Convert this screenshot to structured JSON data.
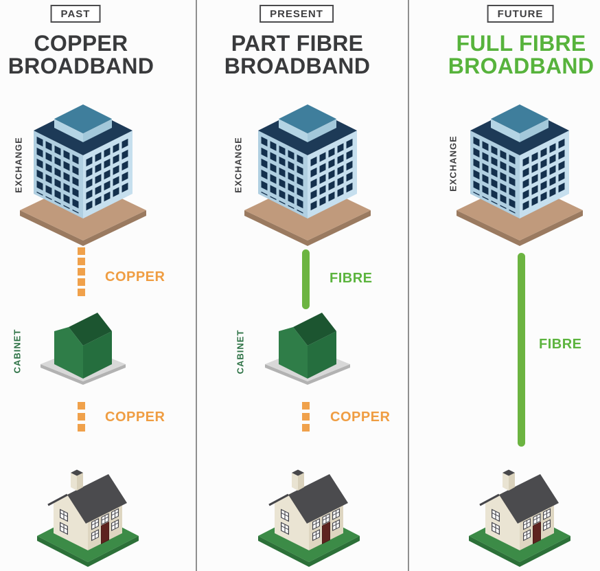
{
  "infographic": {
    "theme": "Evolution of broadband connections from exchange to home",
    "colors": {
      "background": "#fcfcfc",
      "copper": "#ef9d42",
      "fibre_text": "#5cb43e",
      "fibre_line": "#6cb441",
      "heading_dark": "#393a3c",
      "heading_green": "#57b33c",
      "cabinet_label_green": "#2d7245",
      "exchange_label_dark": "#3f3f41",
      "divider_gray": "#8f8f8f"
    }
  },
  "columns": [
    {
      "tag": "PAST",
      "title_line1": "COPPER",
      "title_line2": "BROADBAND",
      "exchange_label": "EXCHANGE",
      "cabinet_label": "CABINET",
      "exchange_to_cabinet": {
        "type": "copper",
        "label": "COPPER"
      },
      "cabinet_to_home": {
        "type": "copper",
        "label": "COPPER"
      }
    },
    {
      "tag": "PRESENT",
      "title_line1": "PART FIBRE",
      "title_line2": "BROADBAND",
      "exchange_label": "EXCHANGE",
      "cabinet_label": "CABINET",
      "exchange_to_cabinet": {
        "type": "fibre",
        "label": "FIBRE"
      },
      "cabinet_to_home": {
        "type": "copper",
        "label": "COPPER"
      }
    },
    {
      "tag": "FUTURE",
      "title_line1": "FULL FIBRE",
      "title_line2": "BROADBAND",
      "exchange_label": "EXCHANGE",
      "exchange_to_home": {
        "type": "fibre",
        "label": "FIBRE"
      }
    }
  ]
}
